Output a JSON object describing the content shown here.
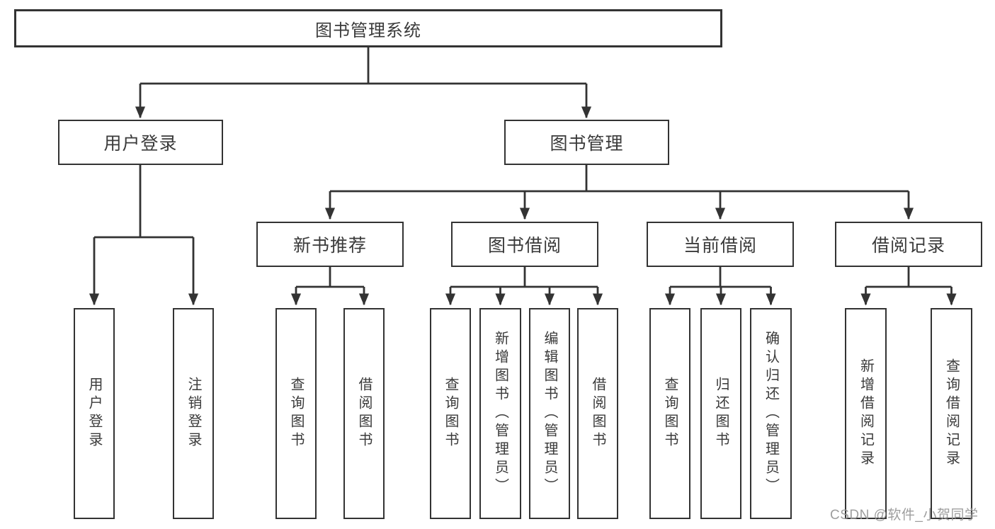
{
  "diagram_title": "图书管理系统",
  "colors": {
    "line": "#333333",
    "border": "#333333",
    "text": "#3a3a3a",
    "background": "#ffffff",
    "watermark": "#969696"
  },
  "nodes": {
    "root": {
      "label": "图书管理系统"
    },
    "level2": [
      {
        "id": "user-login",
        "label": "用户登录"
      },
      {
        "id": "book-management",
        "label": "图书管理"
      }
    ],
    "level3": [
      {
        "id": "new-book-recommend",
        "label": "新书推荐",
        "parent": "图书管理"
      },
      {
        "id": "book-borrowing",
        "label": "图书借阅",
        "parent": "图书管理"
      },
      {
        "id": "current-borrowing",
        "label": "当前借阅",
        "parent": "图书管理"
      },
      {
        "id": "borrowing-records",
        "label": "借阅记录",
        "parent": "图书管理"
      }
    ],
    "leaves": [
      {
        "id": "user-login-action",
        "label": "用户登录",
        "parent": "用户登录"
      },
      {
        "id": "logout",
        "label": "注销登录",
        "parent": "用户登录"
      },
      {
        "id": "query-books-recommend",
        "label": "查询图书",
        "parent": "新书推荐"
      },
      {
        "id": "borrow-books-recommend",
        "label": "借阅图书",
        "parent": "新书推荐"
      },
      {
        "id": "query-books-borrow",
        "label": "查询图书",
        "parent": "图书借阅"
      },
      {
        "id": "add-books-admin",
        "label": "新增图书（管理员）",
        "parent": "图书借阅"
      },
      {
        "id": "edit-books-admin",
        "label": "编辑图书（管理员）",
        "parent": "图书借阅"
      },
      {
        "id": "borrow-books-borrow",
        "label": "借阅图书",
        "parent": "图书借阅"
      },
      {
        "id": "query-books-current",
        "label": "查询图书",
        "parent": "当前借阅"
      },
      {
        "id": "return-books",
        "label": "归还图书",
        "parent": "当前借阅"
      },
      {
        "id": "confirm-return-admin",
        "label": "确认归还（管理员）",
        "parent": "当前借阅"
      },
      {
        "id": "add-borrow-record",
        "label": "新增借阅记录",
        "parent": "借阅记录"
      },
      {
        "id": "query-borrow-record",
        "label": "查询借阅记录",
        "parent": "借阅记录"
      }
    ]
  },
  "watermark": {
    "text": "CSDN @软件_小贺同学"
  }
}
